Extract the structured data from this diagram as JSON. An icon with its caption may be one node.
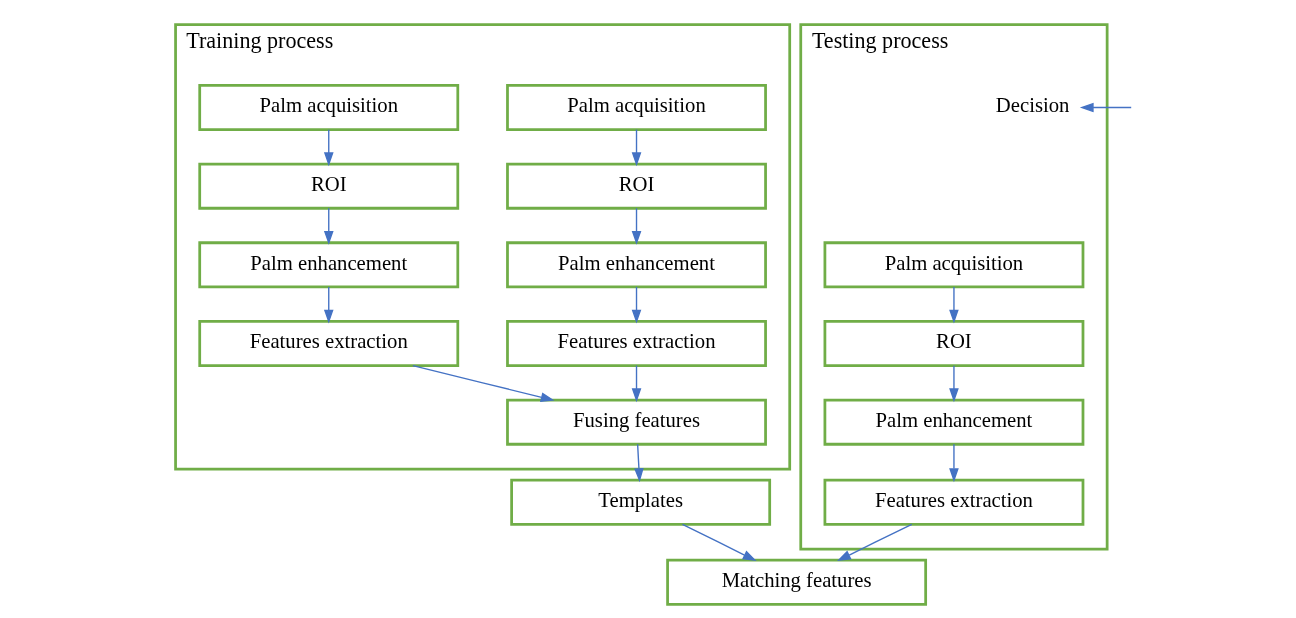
{
  "diagram": {
    "nodes": [
      {
        "text": [
          "Training process"
        ]
      },
      {
        "text": [
          "Palm acquisition"
        ],
        "in": 0
      },
      {
        "text": [
          "ROI"
        ],
        "in": 0
      },
      {
        "text": [
          "Palm enhancement"
        ],
        "in": 0
      },
      {
        "text": [
          "Features extraction"
        ],
        "in": 0
      },
      {
        "text": [
          "Palm acquisition"
        ],
        "in": 0
      },
      {
        "text": [
          "ROI"
        ],
        "in": 0
      },
      {
        "text": [
          "Palm enhancement"
        ],
        "in": 0
      },
      {
        "text": [
          "Features extraction"
        ],
        "in": 0
      },
      {
        "text": [
          "Fusing features"
        ],
        "in": 0
      },
      {
        "text": [
          "Testing process"
        ]
      },
      {
        "text": [
          "Palm acquisition"
        ],
        "in": 10
      },
      {
        "text": [
          "ROI"
        ],
        "in": 10
      },
      {
        "text": [
          "Palm enhancement"
        ],
        "in": 10
      },
      {
        "text": [
          "Features extraction"
        ],
        "in": 10
      },
      {
        "text": [
          "Decision"
        ],
        "in": 10
      },
      {
        "text": [
          "Templates"
        ]
      },
      {
        "text": [
          "Matching features"
        ]
      }
    ],
    "edges": [
      {
        "from": 1,
        "to": 2,
        "arrow": "to"
      },
      {
        "from": 2,
        "to": 3,
        "arrow": "to"
      },
      {
        "from": 3,
        "to": 4,
        "arrow": "to"
      },
      {
        "from": 5,
        "to": 6,
        "arrow": "to"
      },
      {
        "from": 6,
        "to": 7,
        "arrow": "to"
      },
      {
        "from": 7,
        "to": 8,
        "arrow": "to"
      },
      {
        "from": 4,
        "to": 9,
        "arrow": "to"
      },
      {
        "from": 8,
        "to": 9,
        "arrow": "to"
      },
      {
        "from": 11,
        "to": 12,
        "arrow": "to"
      },
      {
        "from": 12,
        "to": 13,
        "arrow": "to"
      },
      {
        "from": 13,
        "to": 14,
        "arrow": "to"
      },
      {
        "from": null,
        "to": 15,
        "arrow": "to"
      },
      {
        "from": 9,
        "to": 16,
        "arrow": "to"
      },
      {
        "from": 14,
        "to": 17,
        "arrow": "to"
      },
      {
        "from": 16,
        "to": 17,
        "arrow": "to"
      }
    ]
  }
}
